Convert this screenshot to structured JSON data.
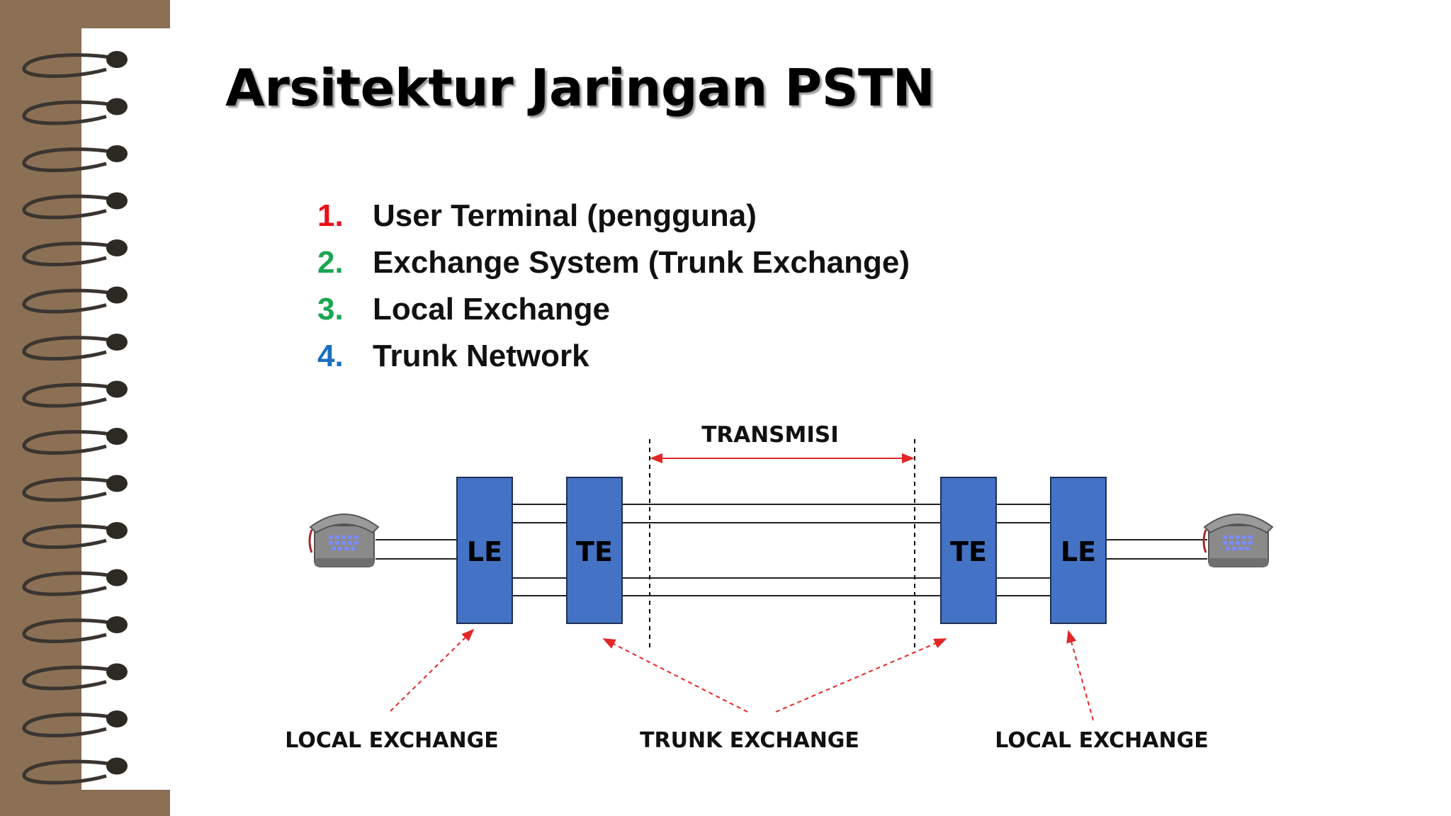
{
  "slide": {
    "title": "Arsitektur Jaringan PSTN"
  },
  "agenda": {
    "items": [
      {
        "number": "1.",
        "text": "User Terminal  (pengguna)",
        "color": "#e8101a"
      },
      {
        "number": "2.",
        "text": "Exchange System (Trunk Exchange)",
        "color": "#1aa652"
      },
      {
        "number": "3.",
        "text": "Local Exchange",
        "color": "#1aa652"
      },
      {
        "number": "4.",
        "text": "Trunk Network",
        "color": "#1a6fc0"
      }
    ]
  },
  "diagram": {
    "transmission_label": "TRANSMISI",
    "node_labels": [
      "LE",
      "TE",
      "TE",
      "LE"
    ],
    "callouts": {
      "left": "LOCAL EXCHANGE",
      "middle": "TRUNK EXCHANGE",
      "right": "LOCAL EXCHANGE"
    },
    "colors": {
      "node_fill": "#4472c4",
      "arrow": "#e32626",
      "binder": "#8b7055"
    },
    "icons": {
      "left_terminal": "telephone-icon",
      "right_terminal": "telephone-icon"
    }
  }
}
